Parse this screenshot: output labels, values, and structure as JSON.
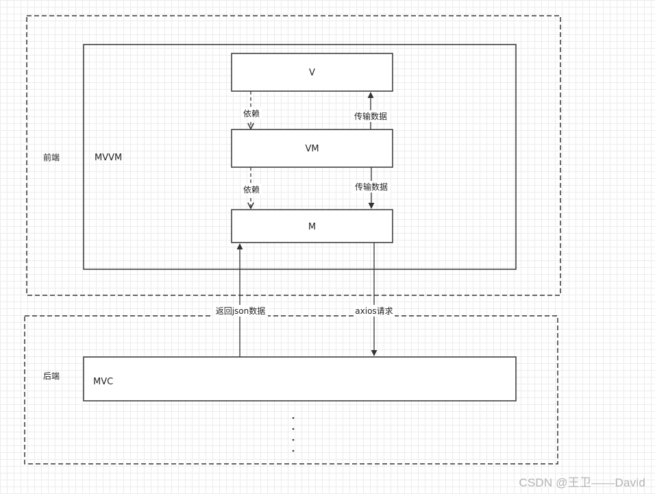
{
  "frontend": {
    "label": "前端",
    "pattern_label": "MVVM",
    "nodes": {
      "v": "V",
      "vm": "VM",
      "m": "M"
    },
    "edges": {
      "vm_to_v_depend": "依赖",
      "vm_to_v_transfer": "传输数据",
      "vm_to_m_depend": "依赖",
      "vm_to_m_transfer": "传输数据"
    }
  },
  "backend": {
    "label": "后端",
    "pattern_label": "MVC",
    "ellipsis": "· · · ·"
  },
  "connections": {
    "return_json": "返回json数据",
    "axios_request": "axios请求"
  },
  "watermark": "CSDN @王卫——David",
  "colors": {
    "stroke": "#333333",
    "text": "#222222",
    "grid": "#ececec",
    "watermark": "#b4b4b4"
  }
}
